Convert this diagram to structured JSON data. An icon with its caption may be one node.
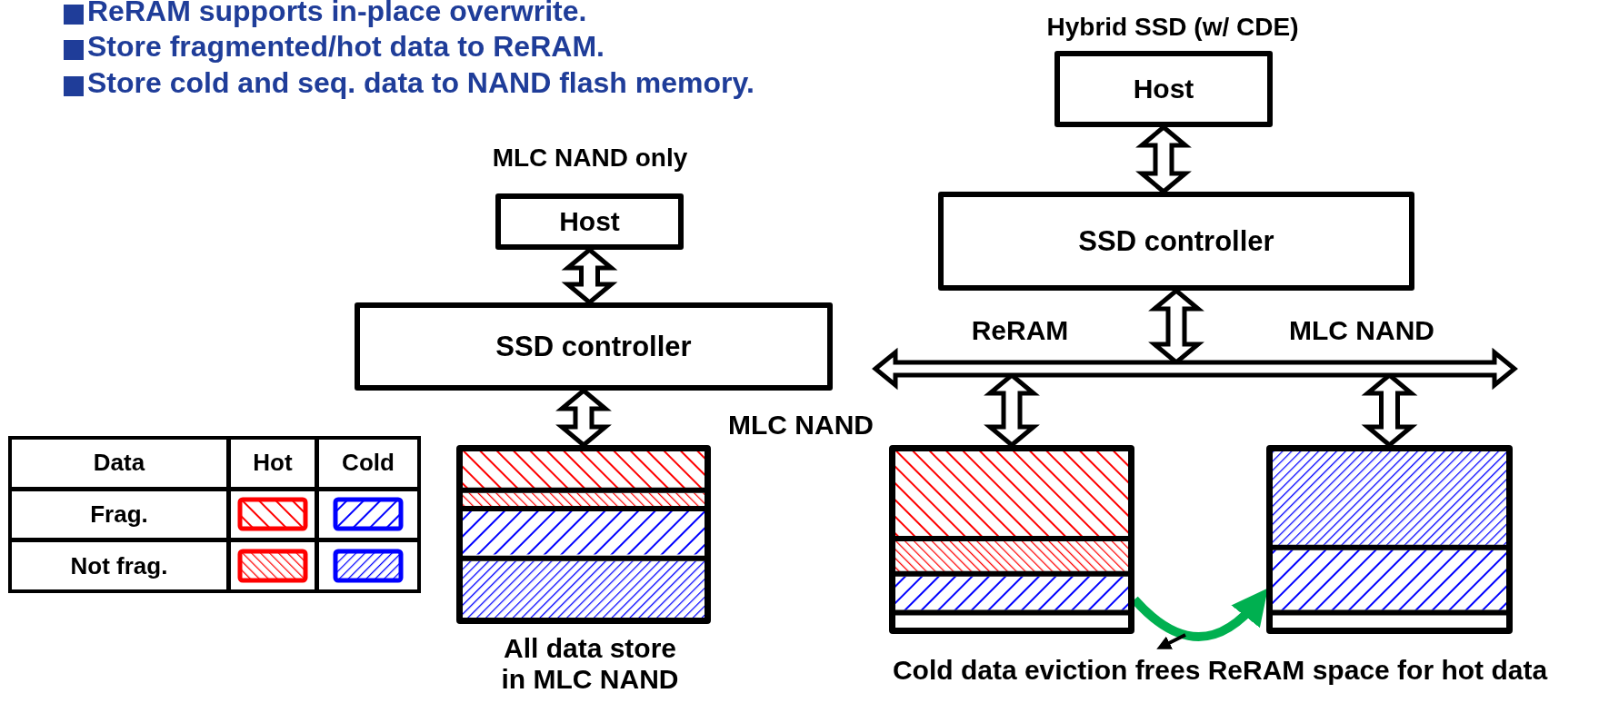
{
  "diagram": {
    "nodes": [
      {
        "text": [
          "Host"
        ]
      },
      {
        "text": [
          "SSD controller"
        ]
      },
      {
        "text": [],
        "shape": "box",
        "beside": [
          "MLC NAND",
          "All data store in MLC NAND"
        ]
      },
      {
        "text": [
          "Host"
        ]
      },
      {
        "text": [
          "SSD controller"
        ]
      },
      {
        "text": [],
        "shape": "bar"
      },
      {
        "text": [],
        "shape": "box"
      },
      {
        "text": [],
        "shape": "box"
      },
      {
        "text": [
          "Cold data eviction frees ReRAM space for hot data"
        ]
      }
    ],
    "edges": [
      {
        "from": 0,
        "to": 1,
        "arrow": "both"
      },
      {
        "from": 1,
        "to": 2,
        "arrow": "both"
      },
      {
        "from": 3,
        "to": 4,
        "arrow": "both"
      },
      {
        "from": 4,
        "to": 5,
        "arrow": "both"
      },
      {
        "from": 5,
        "to": 6,
        "arrow": "both"
      },
      {
        "from": 5,
        "to": 7,
        "arrow": "both"
      },
      {
        "from": 6,
        "to": 7,
        "arrow": "to",
        "style": "thick",
        "color": "#00b050"
      },
      {
        "from": null,
        "to": 8,
        "arrow": "to",
        "color": "#000000"
      }
    ],
    "labels": [
      "ReRAM supports in-place overwrite.",
      "Store fragmented/hot data to ReRAM.",
      "Store cold and seq. data to NAND flash memory.",
      "Hybrid SSD (w/ CDE)",
      "MLC NAND only",
      "ReRAM",
      "MLC NAND",
      "Data",
      "Hot",
      "Cold",
      "Frag.",
      "Not frag."
    ]
  }
}
